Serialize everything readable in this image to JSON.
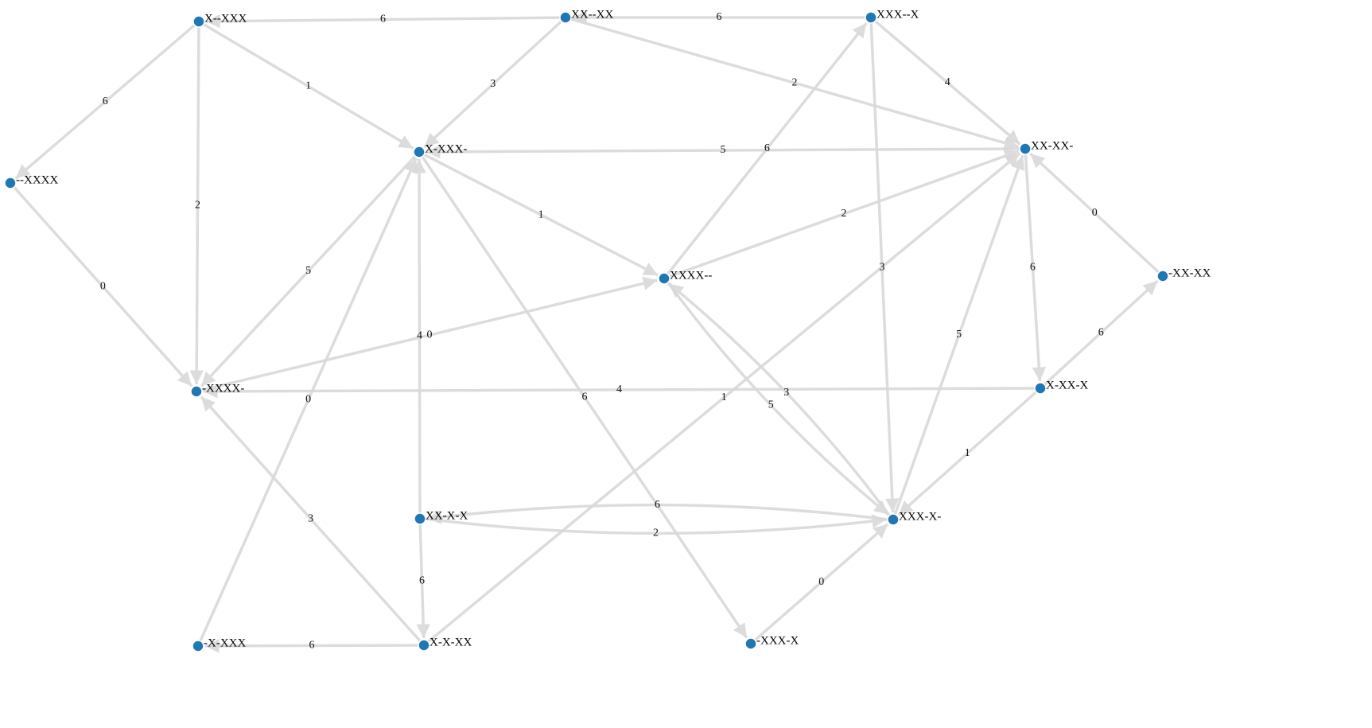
{
  "graph": {
    "directed": true,
    "colors": {
      "node": "#1f77b4",
      "edge": "#d9d9d9",
      "text": "#000000"
    },
    "nodes": [
      {
        "id": "X--XXX",
        "label": "X--XXX"
      },
      {
        "id": "XX--XX",
        "label": "XX--XX"
      },
      {
        "id": "XXX--X",
        "label": "XXX--X"
      },
      {
        "id": "--XXXX",
        "label": "--XXXX"
      },
      {
        "id": "X-XXX-",
        "label": "X-XXX-"
      },
      {
        "id": "XX-XX-",
        "label": "XX-XX-"
      },
      {
        "id": "XXXX--",
        "label": "XXXX--"
      },
      {
        "id": "-XX-XX",
        "label": "-XX-XX"
      },
      {
        "id": "-XXXX-",
        "label": "-XXXX-"
      },
      {
        "id": "X-XX-X",
        "label": "X-XX-X"
      },
      {
        "id": "XX-X-X",
        "label": "XX-X-X"
      },
      {
        "id": "XXX-X-",
        "label": "XXX-X-"
      },
      {
        "id": "-X-XXX",
        "label": "-X-XXX"
      },
      {
        "id": "X-X-XX",
        "label": "X-X-XX"
      },
      {
        "id": "-XXX-X",
        "label": "-XXX-X"
      }
    ],
    "edges": [
      {
        "source": "XX--XX",
        "target": "X--XXX",
        "weight": "6"
      },
      {
        "source": "XXX--X",
        "target": "XX--XX",
        "weight": "6"
      },
      {
        "source": "X--XXX",
        "target": "--XXXX",
        "weight": "6"
      },
      {
        "source": "X--XXX",
        "target": "X-XXX-",
        "weight": "1"
      },
      {
        "source": "X--XXX",
        "target": "-XXXX-",
        "weight": "2"
      },
      {
        "source": "XX--XX",
        "target": "X-XXX-",
        "weight": "3"
      },
      {
        "source": "XX--XX",
        "target": "XX-XX-",
        "weight": "2"
      },
      {
        "source": "XXX--X",
        "target": "XX-XX-",
        "weight": "4"
      },
      {
        "source": "XXX--X",
        "target": "XXX-X-",
        "weight": "3"
      },
      {
        "source": "XX-XX-",
        "target": "X-XXX-",
        "weight": "5"
      },
      {
        "source": "XXXX--",
        "target": "XXX--X",
        "weight": "6"
      },
      {
        "source": "XXXX--",
        "target": "XX-XX-",
        "weight": "2"
      },
      {
        "source": "X-XXX-",
        "target": "XXXX--",
        "weight": "1"
      },
      {
        "source": "--XXXX",
        "target": "-XXXX-",
        "weight": "0"
      },
      {
        "source": "X-XXX-",
        "target": "-XXXX-",
        "weight": "5"
      },
      {
        "source": "-X-XXX",
        "target": "X-XXX-",
        "weight": "0"
      },
      {
        "source": "XX-X-X",
        "target": "X-XXX-",
        "weight": "4"
      },
      {
        "source": "-XXXX-",
        "target": "XXXX--",
        "weight": "0"
      },
      {
        "source": "X-XX-X",
        "target": "-XXXX-",
        "weight": "4"
      },
      {
        "source": "X-XXX-",
        "target": "-XXX-X",
        "weight": "6"
      },
      {
        "source": "X-X-XX",
        "target": "XX-XX-",
        "weight": "1"
      },
      {
        "source": "XXX-X-",
        "target": "XXXX--",
        "weight": "3",
        "curved": true
      },
      {
        "source": "XXXX--",
        "target": "XXX-X-",
        "weight": "5",
        "curved": true
      },
      {
        "source": "XXX-X-",
        "target": "XX-XX-",
        "weight": "5"
      },
      {
        "source": "XX-XX-",
        "target": "X-XX-X",
        "weight": "6"
      },
      {
        "source": "-XX-XX",
        "target": "XX-XX-",
        "weight": "0"
      },
      {
        "source": "X-XX-X",
        "target": "-XX-XX",
        "weight": "6"
      },
      {
        "source": "X-XX-X",
        "target": "XXX-X-",
        "weight": "1"
      },
      {
        "source": "XX-X-X",
        "target": "XXX-X-",
        "weight": "2",
        "curved": true
      },
      {
        "source": "XXX-X-",
        "target": "XX-X-X",
        "weight": "6",
        "curved": true
      },
      {
        "source": "XX-X-X",
        "target": "X-X-XX",
        "weight": "6"
      },
      {
        "source": "X-X-XX",
        "target": "-X-XXX",
        "weight": "6"
      },
      {
        "source": "X-X-XX",
        "target": "-XXXX-",
        "weight": "3"
      },
      {
        "source": "-XXX-X",
        "target": "XXX-X-",
        "weight": "0"
      }
    ]
  }
}
